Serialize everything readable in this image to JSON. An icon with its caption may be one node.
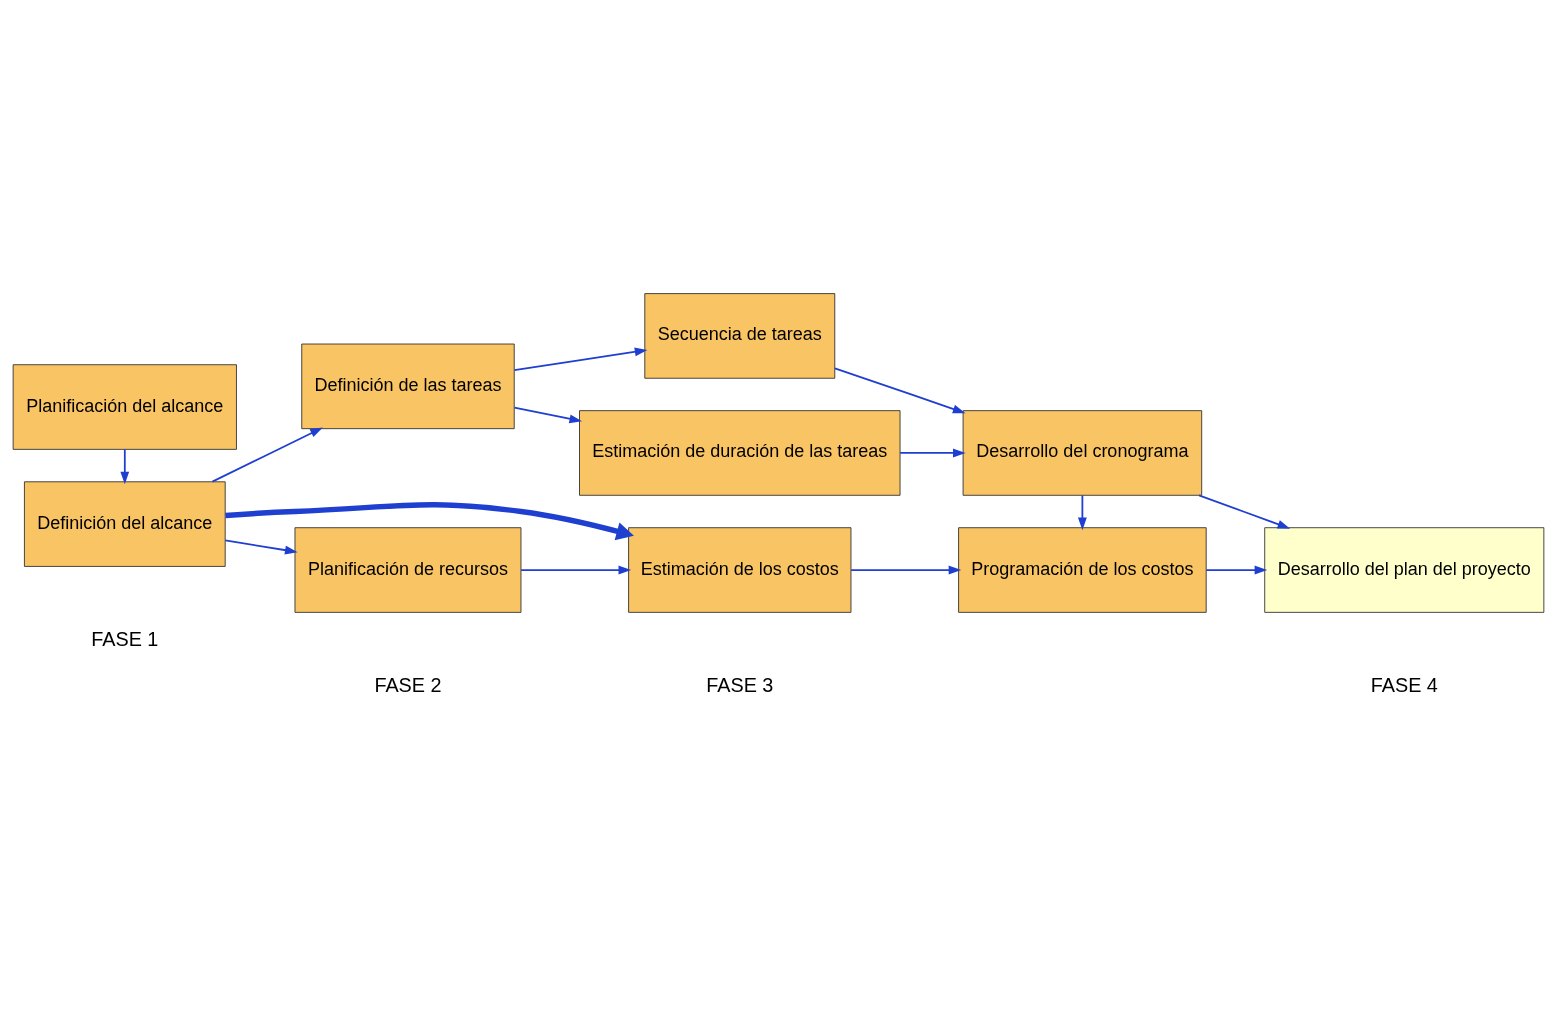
{
  "diagram": {
    "nodes": [
      {
        "text": [
          "Planificación del alcance"
        ]
      },
      {
        "text": [
          "Definición del alcance"
        ]
      },
      {
        "text": [
          "Definición de las tareas"
        ]
      },
      {
        "text": [
          "Planificación de recursos"
        ]
      },
      {
        "text": [
          "Secuencia de tareas"
        ]
      },
      {
        "text": [
          "Estimación de duración de las tareas"
        ]
      },
      {
        "text": [
          "Estimación de los costos"
        ]
      },
      {
        "text": [
          "Desarrollo del cronograma"
        ]
      },
      {
        "text": [
          "Programación de los costos"
        ]
      },
      {
        "text": [
          "Desarrollo del plan del proyecto"
        ]
      }
    ],
    "edges": [
      {
        "from": 0,
        "to": 1,
        "arrow": "to"
      },
      {
        "from": 1,
        "to": 2,
        "arrow": "to"
      },
      {
        "from": 1,
        "to": 3,
        "arrow": "to"
      },
      {
        "from": 1,
        "to": 6,
        "arrow": "to",
        "style": "thick"
      },
      {
        "from": 2,
        "to": 4,
        "arrow": "to"
      },
      {
        "from": 2,
        "to": 5,
        "arrow": "to"
      },
      {
        "from": 3,
        "to": 6,
        "arrow": "to"
      },
      {
        "from": 4,
        "to": 7,
        "arrow": "to"
      },
      {
        "from": 5,
        "to": 7,
        "arrow": "to"
      },
      {
        "from": 7,
        "to": 8,
        "arrow": "to"
      },
      {
        "from": 6,
        "to": 8,
        "arrow": "to"
      },
      {
        "from": 7,
        "to": 9,
        "arrow": "to"
      },
      {
        "from": 8,
        "to": 9,
        "arrow": "to"
      }
    ],
    "labels": [
      "FASE 1",
      "FASE 2",
      "FASE 3",
      "FASE 4"
    ]
  }
}
